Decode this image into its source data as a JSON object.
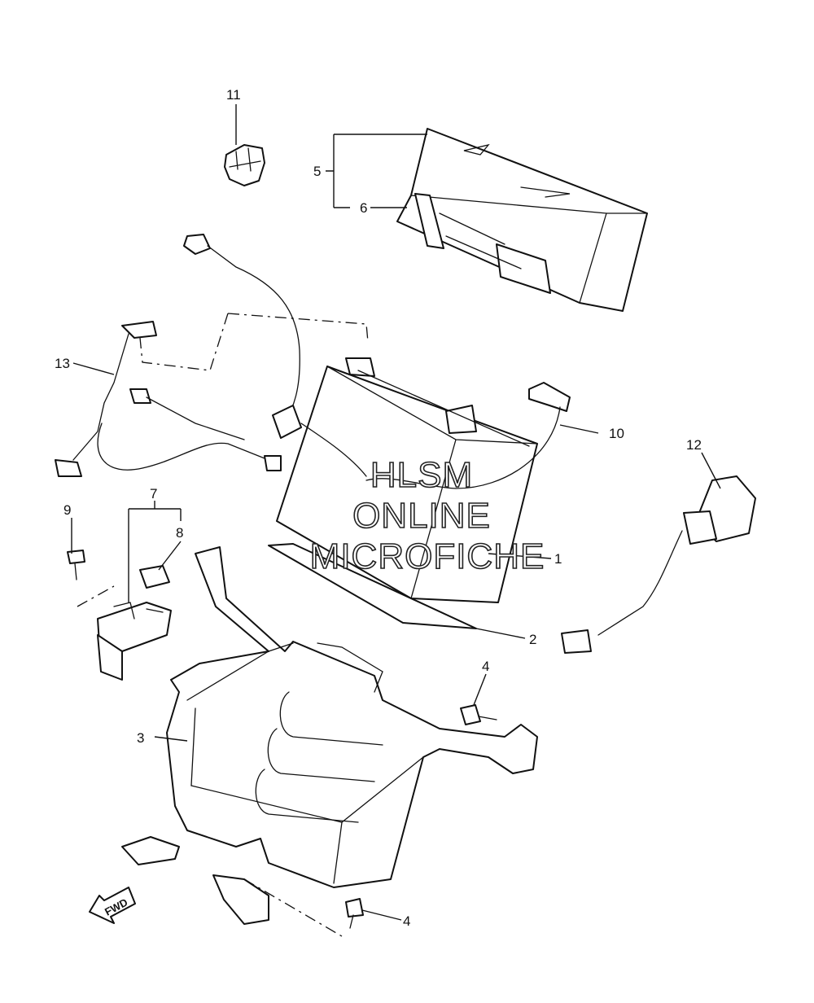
{
  "diagram": {
    "callouts": {
      "c1": "1",
      "c2": "2",
      "c3": "3",
      "c4a": "4",
      "c4b": "4",
      "c5": "5",
      "c6": "6",
      "c7": "7",
      "c8": "8",
      "c9": "9",
      "c10": "10",
      "c11": "11",
      "c12": "12",
      "c13": "13"
    },
    "watermark": {
      "line1": "HLSM",
      "line2": "ONLINE",
      "line3": "MICROFICHE"
    },
    "direction_arrow": {
      "label": "FWD"
    }
  }
}
